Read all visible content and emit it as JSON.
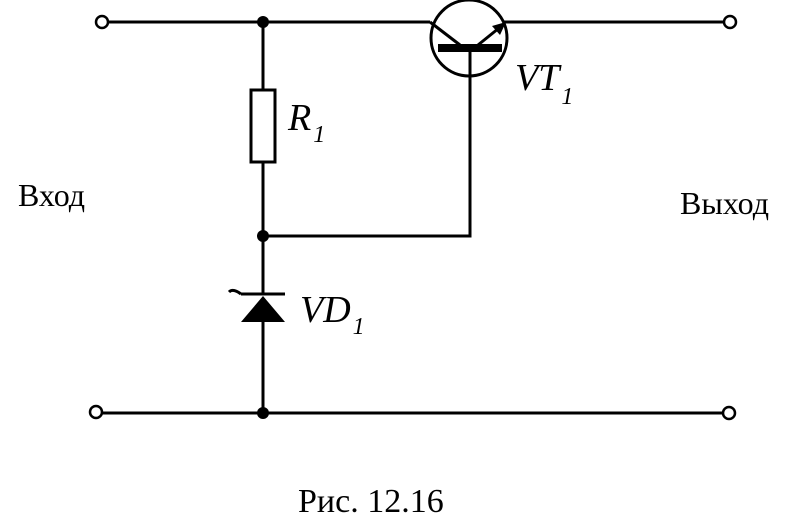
{
  "labels": {
    "input": "Вход",
    "output": "Выход",
    "resistor": {
      "main": "R",
      "sub": "1"
    },
    "transistor": {
      "main": "VT",
      "sub": "1"
    },
    "zener": {
      "main": "VD",
      "sub": "1"
    },
    "caption": "Рис. 12.16"
  }
}
